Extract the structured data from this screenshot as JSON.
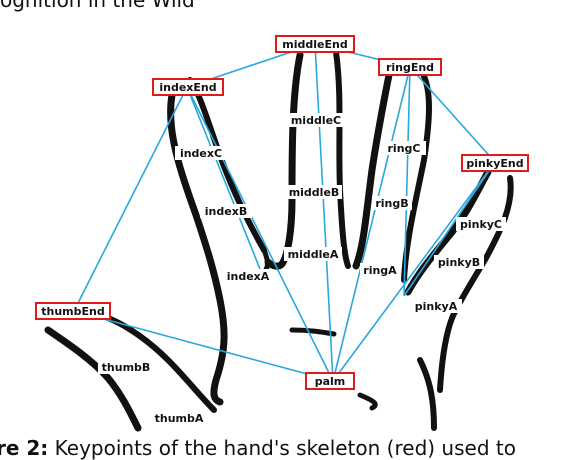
{
  "header": {
    "text": "ognition in the Wild"
  },
  "caption": {
    "prefix": "re 2:",
    "text": " Keypoints of the hand's skeleton (red) used to"
  },
  "colors": {
    "edge": "#29a8e0",
    "box": "#e01b1b",
    "ink": "#111111"
  },
  "keypoints_boxed": [
    "middleEnd",
    "indexEnd",
    "ringEnd",
    "pinkyEnd",
    "thumbEnd",
    "palm"
  ],
  "keypoints_plain": [
    "middleC",
    "indexC",
    "ringC",
    "middleB",
    "indexB",
    "ringB",
    "pinkyC",
    "middleA",
    "pinkyB",
    "indexA",
    "ringA",
    "pinkyA",
    "thumbB",
    "thumbA"
  ]
}
